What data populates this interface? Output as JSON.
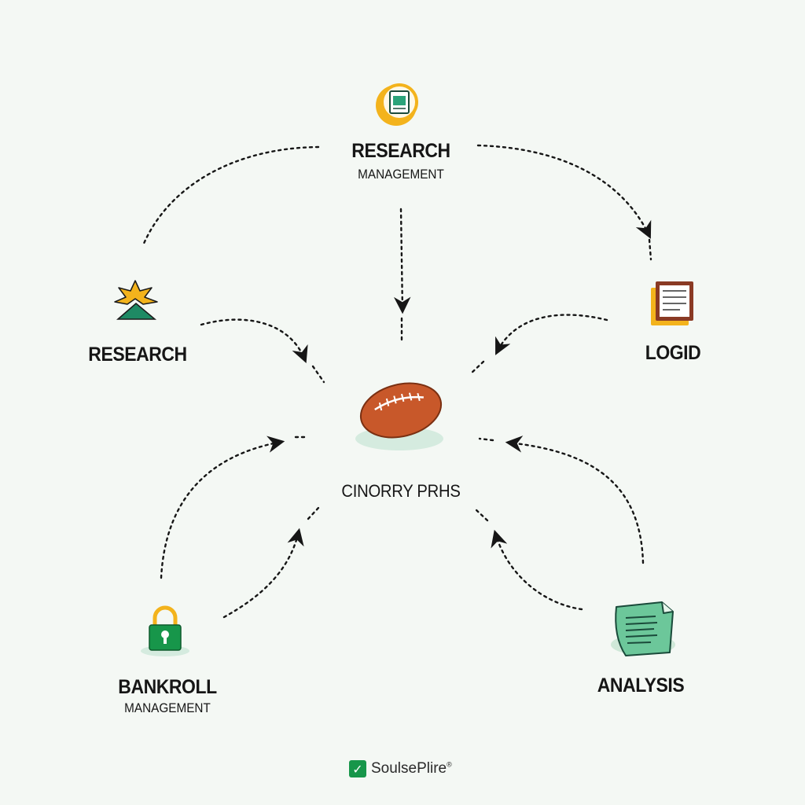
{
  "top_node": {
    "title": "RESEARCH",
    "subtitle": "MANAGEMENT",
    "icon": "document-coin-icon"
  },
  "left_node": {
    "title": "RESEARCH",
    "icon": "sunrise-mountain-icon"
  },
  "right_node": {
    "title": "LOGID",
    "icon": "document-stack-icon"
  },
  "bottom_left_node": {
    "title": "BANKROLL",
    "subtitle": "MANAGEMENT",
    "icon": "padlock-icon"
  },
  "bottom_right_node": {
    "title": "ANALYSIS",
    "icon": "report-sheet-icon"
  },
  "center_node": {
    "label": "CINORRY PRHS",
    "icon": "american-football-icon"
  },
  "brand": {
    "name": "SoulsePlire",
    "mark": "®",
    "icon": "checkmark-icon"
  },
  "colors": {
    "background": "#f4f8f4",
    "ink": "#161616",
    "football": "#c8582a",
    "green": "#17964a",
    "mint": "#6cc79a",
    "gold": "#f3b31c"
  }
}
